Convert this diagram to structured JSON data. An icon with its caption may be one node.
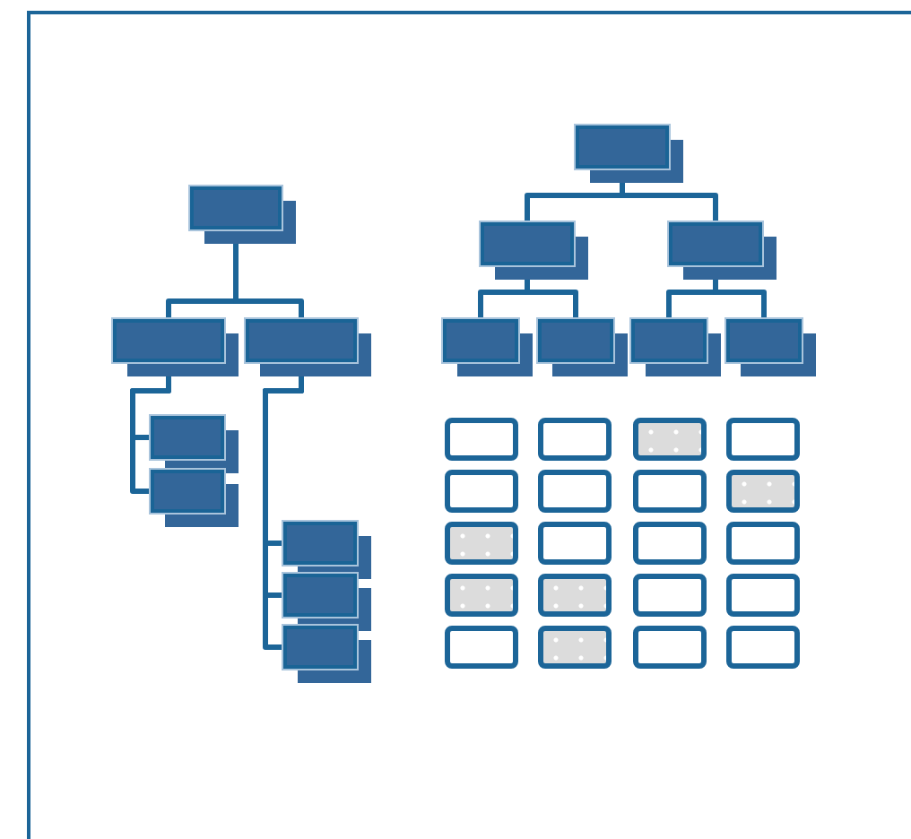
{
  "diagram": {
    "nodes": [
      {
        "text": [],
        "shape": "box"
      },
      {
        "text": [],
        "shape": "box"
      },
      {
        "text": [],
        "shape": "box"
      },
      {
        "text": [],
        "shape": "box"
      },
      {
        "text": [],
        "shape": "box"
      },
      {
        "text": [],
        "shape": "box"
      },
      {
        "text": [],
        "shape": "box"
      },
      {
        "text": [],
        "shape": "box"
      },
      {
        "text": [],
        "shape": "box"
      },
      {
        "text": [],
        "shape": "box"
      },
      {
        "text": [],
        "shape": "box"
      },
      {
        "text": [],
        "shape": "box"
      },
      {
        "text": [],
        "shape": "box"
      },
      {
        "text": [],
        "shape": "box"
      },
      {
        "text": [],
        "shape": "box"
      },
      {
        "text": [],
        "shape": "box"
      },
      {
        "text": [],
        "shape": "box"
      },
      {
        "text": [],
        "shape": "box"
      },
      {
        "text": [],
        "shape": "box"
      },
      {
        "text": [],
        "shape": "box"
      },
      {
        "text": [],
        "shape": "box"
      },
      {
        "text": [],
        "shape": "box"
      },
      {
        "text": [],
        "shape": "box"
      },
      {
        "text": [],
        "shape": "box"
      },
      {
        "text": [],
        "shape": "box"
      },
      {
        "text": [],
        "shape": "box"
      },
      {
        "text": [],
        "shape": "box"
      },
      {
        "text": [],
        "shape": "box"
      },
      {
        "text": [],
        "shape": "box"
      },
      {
        "text": [],
        "shape": "box"
      },
      {
        "text": [],
        "shape": "box"
      },
      {
        "text": [],
        "shape": "box"
      },
      {
        "text": [],
        "shape": "box"
      },
      {
        "text": [],
        "shape": "box"
      },
      {
        "text": [],
        "shape": "box"
      }
    ],
    "edges": [
      {
        "from": 0,
        "to": 1,
        "arrow": "none"
      },
      {
        "from": 0,
        "to": 2,
        "arrow": "none"
      },
      {
        "from": 1,
        "to": 3,
        "arrow": "none"
      },
      {
        "from": 1,
        "to": 4,
        "arrow": "none"
      },
      {
        "from": 2,
        "to": 5,
        "arrow": "none"
      },
      {
        "from": 2,
        "to": 6,
        "arrow": "none"
      },
      {
        "from": 2,
        "to": 7,
        "arrow": "none"
      },
      {
        "from": 8,
        "to": 9,
        "arrow": "none"
      },
      {
        "from": 8,
        "to": 10,
        "arrow": "none"
      },
      {
        "from": 9,
        "to": 11,
        "arrow": "none"
      },
      {
        "from": 9,
        "to": 12,
        "arrow": "none"
      },
      {
        "from": 10,
        "to": 13,
        "arrow": "none"
      },
      {
        "from": 10,
        "to": 14,
        "arrow": "none"
      }
    ]
  }
}
